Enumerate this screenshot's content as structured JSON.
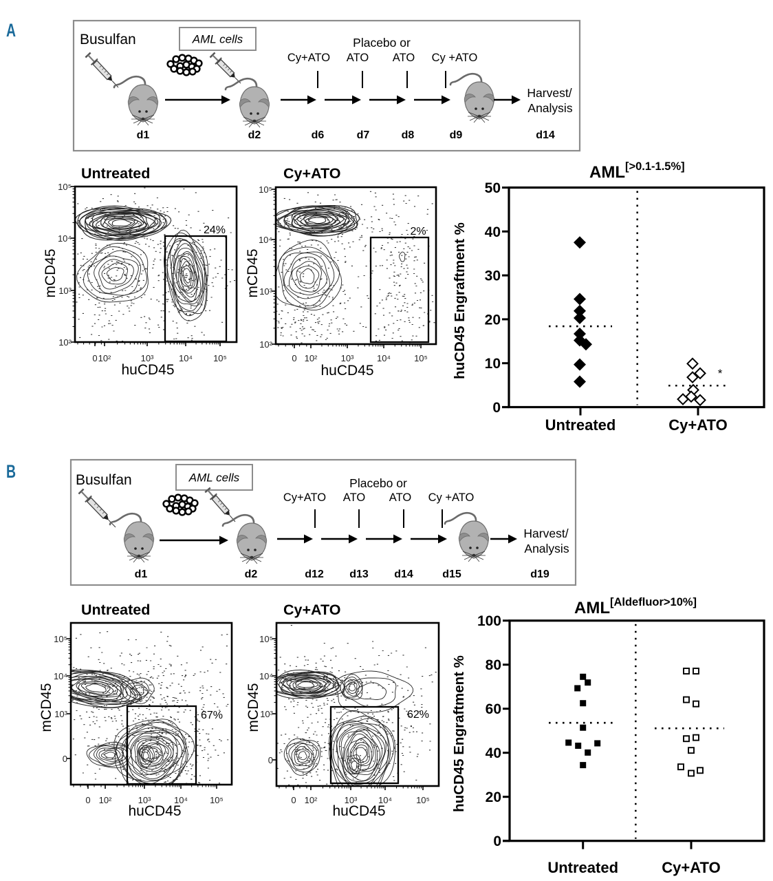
{
  "figure": {
    "panel_a": {
      "label": "A",
      "protocol": {
        "conditioning": "Busulfan",
        "cells_label": "AML cells",
        "placebo_note": "Placebo or",
        "treatments": [
          "Cy+ATO",
          "ATO",
          "ATO",
          "Cy +ATO"
        ],
        "days": [
          "d1",
          "d2",
          "d6",
          "d7",
          "d8",
          "d9",
          "d14"
        ],
        "endpoint": [
          "Harvest/",
          "Analysis"
        ]
      }
    },
    "panel_b": {
      "label": "B",
      "protocol": {
        "conditioning": "Busulfan",
        "cells_label": "AML cells",
        "placebo_note": "Placebo or",
        "treatments": [
          "Cy+ATO",
          "ATO",
          "ATO",
          "Cy +ATO"
        ],
        "days": [
          "d1",
          "d2",
          "d12",
          "d13",
          "d14",
          "d15",
          "d19"
        ],
        "endpoint": [
          "Harvest/",
          "Analysis"
        ]
      }
    }
  },
  "chart_data": [
    {
      "panel": "A",
      "type": "scatter",
      "style": "flow-cytometry-contour",
      "title": "Untreated",
      "xlabel": "huCD45",
      "ylabel": "mCD45",
      "x_scale": "biexponential",
      "y_scale": "log",
      "xticks": [
        "0",
        "10²",
        "10³",
        "10⁴",
        "10⁵"
      ],
      "yticks": [
        "10⁵",
        "10⁴",
        "10³",
        "10²"
      ],
      "gate_label": "24%",
      "gate_percent": 24
    },
    {
      "panel": "A",
      "type": "scatter",
      "style": "flow-cytometry-contour",
      "title": "Cy+ATO",
      "xlabel": "huCD45",
      "ylabel": "mCD45",
      "x_scale": "biexponential",
      "y_scale": "log",
      "xticks": [
        "0",
        "10²",
        "10³",
        "10⁴",
        "10⁵"
      ],
      "yticks": [
        "10⁵",
        "10⁴",
        "10³",
        "10²"
      ],
      "gate_label": "2%",
      "gate_percent": 2
    },
    {
      "panel": "A",
      "type": "scatter",
      "style": "dot-plot",
      "title": "AML",
      "title_superscript": "[>0.1-1.5%]",
      "xlabel": "",
      "ylabel": "huCD45 Engraftment %",
      "ylim": [
        0,
        50
      ],
      "yticks": [
        0,
        10,
        20,
        30,
        40,
        50
      ],
      "categories": [
        "Untreated",
        "Cy+ATO"
      ],
      "grid": false,
      "legend": "none",
      "series": [
        {
          "name": "Untreated",
          "marker": "filled-diamond",
          "values": [
            37.5,
            24.6,
            21.9,
            20.3,
            16.7,
            15.2,
            14.3,
            9.7,
            5.8
          ],
          "mean": 18.4
        },
        {
          "name": "Cy+ATO",
          "marker": "open-diamond",
          "values": [
            9.9,
            7.7,
            6.8,
            3.9,
            2.4,
            1.8,
            1.6
          ],
          "mean": 4.9
        }
      ],
      "annotations": [
        {
          "text": "*",
          "category": "Cy+ATO"
        }
      ]
    },
    {
      "panel": "B",
      "type": "scatter",
      "style": "flow-cytometry-contour",
      "title": "Untreated",
      "xlabel": "huCD45",
      "ylabel": "mCD45",
      "x_scale": "biexponential",
      "y_scale": "biexponential",
      "xticks": [
        "0",
        "10²",
        "10³",
        "10⁴",
        "10⁵"
      ],
      "yticks": [
        "10⁵",
        "10⁴",
        "10³",
        "0"
      ],
      "gate_label": "67%",
      "gate_percent": 67
    },
    {
      "panel": "B",
      "type": "scatter",
      "style": "flow-cytometry-contour",
      "title": "Cy+ATO",
      "xlabel": "huCD45",
      "ylabel": "mCD45",
      "x_scale": "biexponential",
      "y_scale": "biexponential",
      "xticks": [
        "0",
        "10²",
        "10³",
        "10⁴",
        "10⁵"
      ],
      "yticks": [
        "10⁵",
        "10⁴",
        "10³",
        "0"
      ],
      "gate_label": "62%",
      "gate_percent": 62
    },
    {
      "panel": "B",
      "type": "scatter",
      "style": "dot-plot",
      "title": "AML",
      "title_superscript": "[Aldefluor>10%]",
      "xlabel": "",
      "ylabel": "huCD45 Engraftment %",
      "ylim": [
        0,
        100
      ],
      "yticks": [
        0,
        20,
        40,
        60,
        80,
        100
      ],
      "categories": [
        "Untreated",
        "Cy+ATO"
      ],
      "grid": false,
      "legend": "none",
      "series": [
        {
          "name": "Untreated",
          "marker": "filled-square",
          "values": [
            74.5,
            71.9,
            69.3,
            62.5,
            51.4,
            44.6,
            44.3,
            43.2,
            40.1,
            34.4
          ],
          "mean": 53.6
        },
        {
          "name": "Cy+ATO",
          "marker": "open-square",
          "values": [
            77.1,
            77.1,
            64.1,
            62.2,
            46.4,
            46.9,
            41.1,
            33.6,
            32.0,
            30.7
          ],
          "mean": 51.1
        }
      ],
      "annotations": []
    }
  ]
}
